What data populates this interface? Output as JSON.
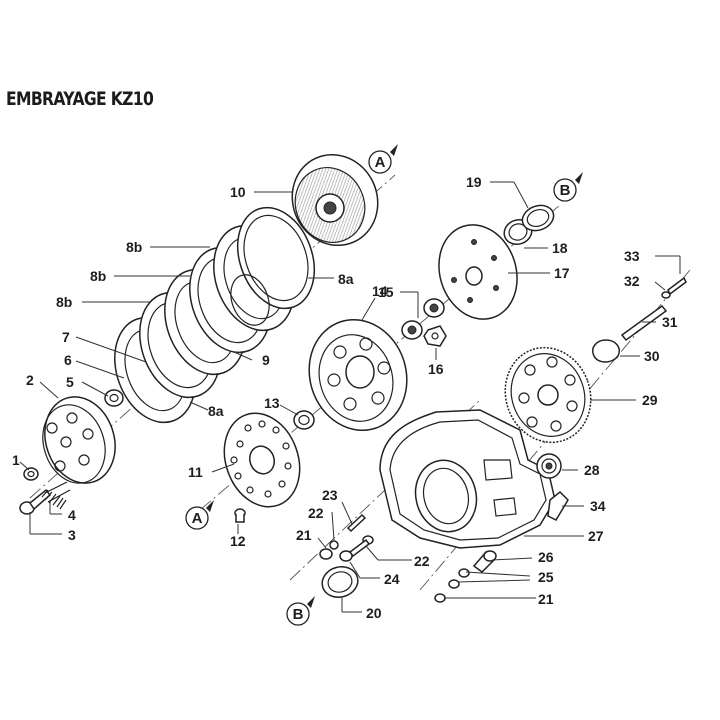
{
  "title": "EMBRAYAGE KZ10",
  "colors": {
    "ink": "#1e1e1e",
    "part_stroke": "#222222",
    "background": "#ffffff"
  },
  "labels": {
    "p1": "1",
    "p2": "2",
    "p3": "3",
    "p4": "4",
    "p5": "5",
    "p6": "6",
    "p7": "7",
    "p8a_top": "8a",
    "p8a_bottom": "8a",
    "p8b_1": "8b",
    "p8b_2": "8b",
    "p8b_3": "8b",
    "p9": "9",
    "p10": "10",
    "p11": "11",
    "p12": "12",
    "p13": "13",
    "p14": "14",
    "p15": "15",
    "p16": "16",
    "p17": "17",
    "p18": "18",
    "p19": "19",
    "p20": "20",
    "p21_left": "21",
    "p21_right": "21",
    "p22_left": "22",
    "p22_right": "22",
    "p23": "23",
    "p24": "24",
    "p25": "25",
    "p26": "26",
    "p27": "27",
    "p28": "28",
    "p29": "29",
    "p30": "30",
    "p31": "31",
    "p32": "32",
    "p33": "33",
    "p34": "34"
  },
  "references": {
    "a_top": "A",
    "a_bottom": "A",
    "b_top": "B",
    "b_bottom": "B"
  }
}
